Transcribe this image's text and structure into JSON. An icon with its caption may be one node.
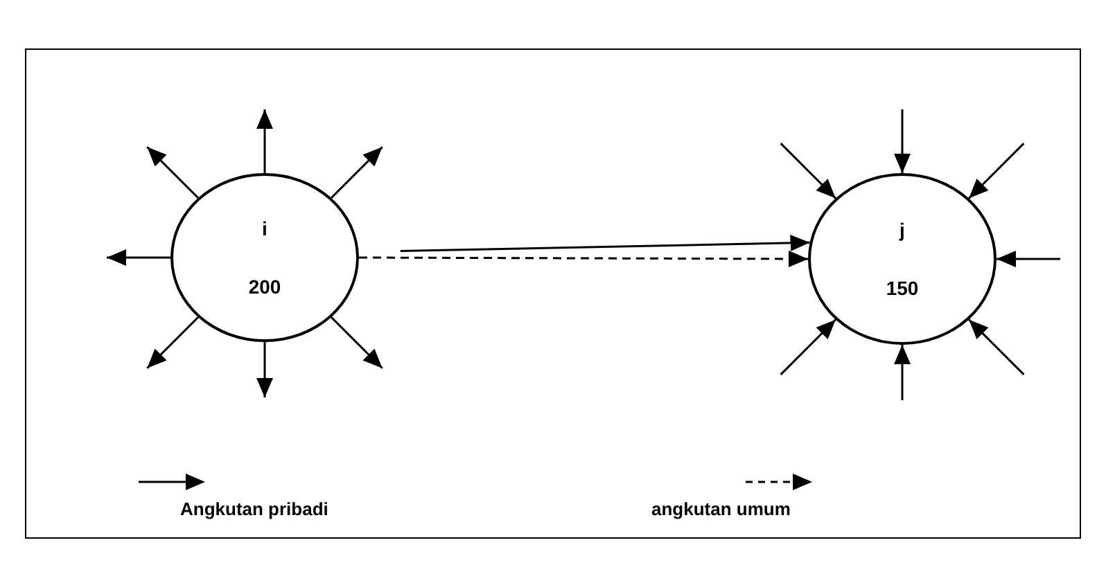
{
  "diagram": {
    "nodes": [
      {
        "text": [
          "i",
          "200"
        ]
      },
      {
        "text": [
          "j",
          "150"
        ]
      }
    ],
    "edges": [
      {
        "from": 0,
        "to": 1,
        "arrow": "to"
      },
      {
        "from": 0,
        "to": 1,
        "arrow": "to",
        "style": "dashed"
      },
      {
        "from": 0,
        "to": null,
        "arrow": "to"
      },
      {
        "from": 0,
        "to": null,
        "arrow": "to"
      },
      {
        "from": 0,
        "to": null,
        "arrow": "to"
      },
      {
        "from": 0,
        "to": null,
        "arrow": "to"
      },
      {
        "from": 0,
        "to": null,
        "arrow": "to"
      },
      {
        "from": 0,
        "to": null,
        "arrow": "to"
      },
      {
        "from": 0,
        "to": null,
        "arrow": "to"
      },
      {
        "from": null,
        "to": 1,
        "arrow": "to"
      },
      {
        "from": null,
        "to": 1,
        "arrow": "to"
      },
      {
        "from": null,
        "to": 1,
        "arrow": "to"
      },
      {
        "from": null,
        "to": 1,
        "arrow": "to"
      },
      {
        "from": null,
        "to": 1,
        "arrow": "to"
      },
      {
        "from": null,
        "to": 1,
        "arrow": "to"
      },
      {
        "from": null,
        "to": 1,
        "arrow": "to"
      }
    ],
    "legend": [
      {
        "text": "Angkutan pribadi"
      },
      {
        "text": "angkutan umum"
      }
    ]
  }
}
